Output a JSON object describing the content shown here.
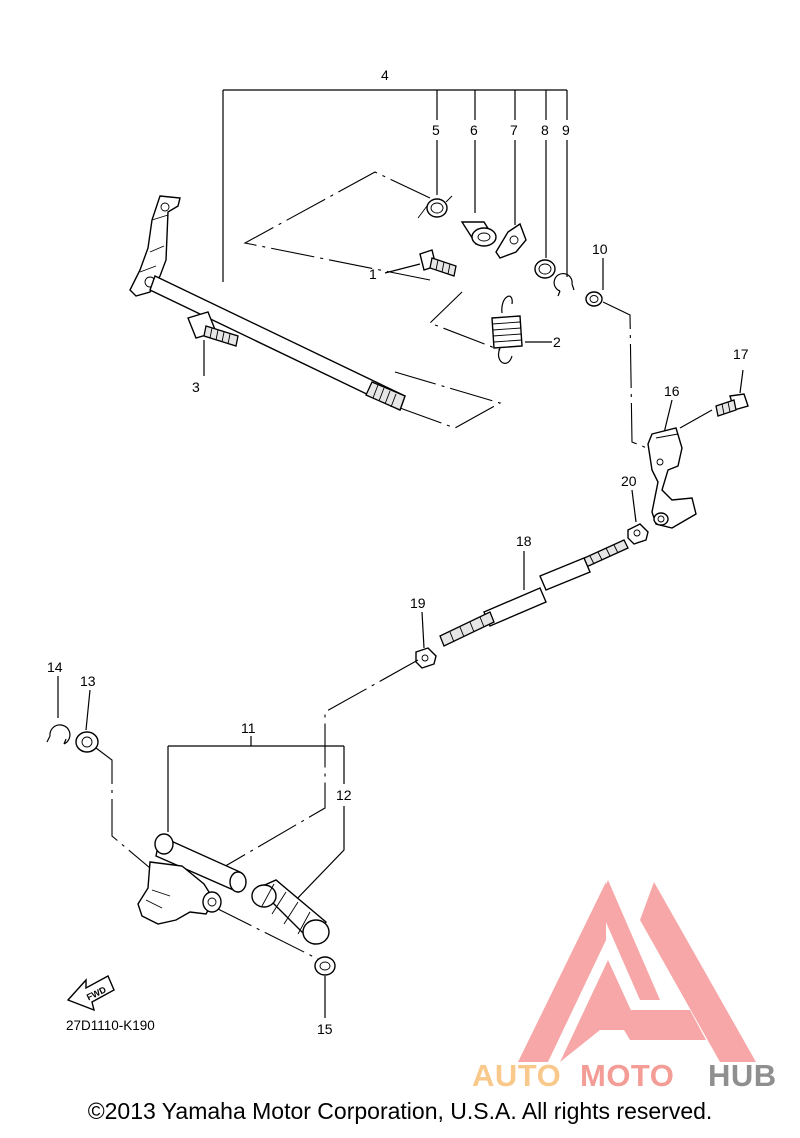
{
  "callouts": {
    "p1": "1",
    "p2": "2",
    "p3": "3",
    "p4": "4",
    "p5": "5",
    "p6": "6",
    "p7": "7",
    "p8": "8",
    "p9": "9",
    "p10": "10",
    "p11": "11",
    "p12": "12",
    "p13": "13",
    "p14": "14",
    "p15": "15",
    "p16": "16",
    "p17": "17",
    "p18": "18",
    "p19": "19",
    "p20": "20"
  },
  "diagram_code": "27D1110-K190",
  "fwd_label": "FWD",
  "watermark": {
    "auto": "AUTO",
    "moto": "MOTO",
    "hub": "HUB",
    "colors": {
      "logo": "#f7a3a3",
      "auto": "#f9c98c",
      "moto": "#f49c96",
      "hub": "#8f8f8f"
    }
  },
  "copyright": "©2013 Yamaha Motor Corporation, U.S.A. All rights reserved."
}
